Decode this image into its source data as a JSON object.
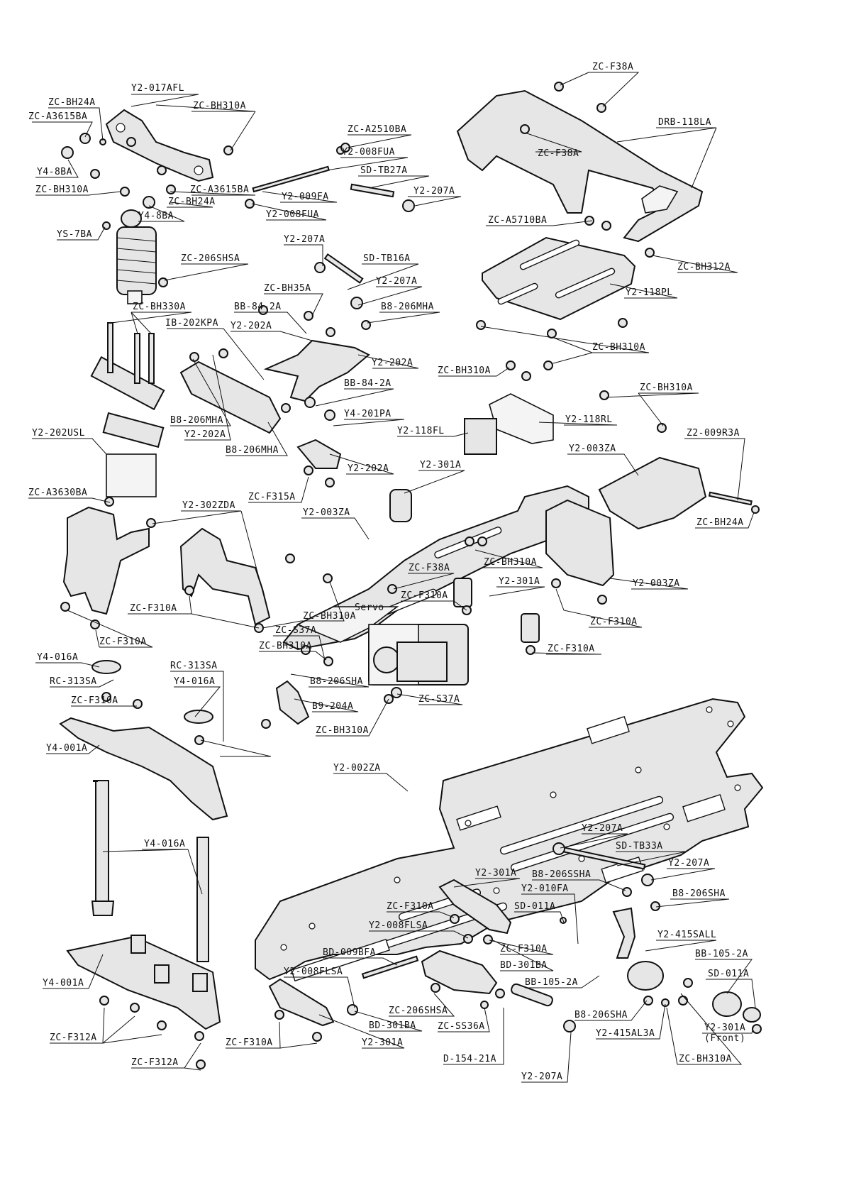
{
  "labels": [
    "ZC-F38A",
    "Y2-017AFL",
    "ZC-BH24A",
    "ZC-BH310A",
    "ZC-A3615BA",
    "DRB-118LA",
    "ZC-A2510BA",
    "Y2-008FUA",
    "ZC-F38A",
    "Y4-8BA",
    "SD-TB27A",
    "ZC-BH310A",
    "ZC-A3615BA",
    "Y2-207A",
    "Y2-009FA",
    "ZC-BH24A",
    "Y4-8BA",
    "Y2-008FUA",
    "ZC-A5710BA",
    "YS-7BA",
    "Y2-207A",
    "ZC-BH312A",
    "SD-TB16A",
    "ZC-206SHSA",
    "Y2-207A",
    "Y2-118PL",
    "ZC-BH35A",
    "ZC-BH330A",
    "BB-84-2A",
    "B8-206MHA",
    "IB-202KPA",
    "Y2-202A",
    "ZC-BH310A",
    "Y2-202A",
    "ZC-BH310A",
    "BB-84-2A",
    "ZC-BH310A",
    "Y4-201PA",
    "Y2-118RL",
    "B8-206MHA",
    "Y2-202A",
    "Y2-118FL",
    "Z2-009R3A",
    "Y2-202USL",
    "B8-206MHA",
    "Y2-003ZA",
    "Y2-202A",
    "Y2-301A",
    "ZC-A3630BA",
    "ZC-F315A",
    "ZC-BH24A",
    "Y2-302ZDA",
    "Y2-003ZA",
    "ZC-BH310A",
    "ZC-F38A",
    "Y2-301A",
    "ZC-F310A",
    "Y2-003ZA",
    "Servo",
    "ZC-F310A",
    "ZC-BH310A",
    "ZC-S37A",
    "ZC-F310A",
    "ZC-BH310A",
    "ZC-F310A",
    "Y4-016A",
    "RC-313SA",
    "B8-206SHA",
    "RC-313SA",
    "Y4-016A",
    "ZC-S37A",
    "B9-204A",
    "ZC-F310A",
    "ZC-BH310A",
    "ZC-F310A",
    "Y4-001A",
    "Y2-002ZA",
    "Y2-207A",
    "Y4-016A",
    "SD-TB33A",
    "Y2-207A",
    "Y2-301A",
    "B8-206SSHA",
    "Y2-010FA",
    "B8-206SHA",
    "ZC-F310A",
    "SD-011A",
    "Y2-008FLSA",
    "Y2-415SALL",
    "BD-009BFA",
    "ZC-F310A",
    "BD-301BA",
    "BB-105-2A",
    "BB-105-2A",
    "SD-011A",
    "Y4-001A",
    "Y2-008FLSA",
    "ZC-206SHSA",
    "ZC-SS36A",
    "B8-206SHA",
    "ZC-F312A",
    "BD-301BA",
    "Y2-415AL3A",
    "Y2-301A",
    "(Front)",
    "ZC-F310A",
    "Y2-301A",
    "D-154-21A",
    "ZC-BH310A",
    "ZC-F312A",
    "Y2-207A"
  ],
  "part_icons": [
    "screw",
    "ball-stud",
    "shock-absorber",
    "servo",
    "chassis-plate",
    "bulkhead",
    "suspension-arm",
    "steering-crank",
    "stand-post",
    "turnbuckle"
  ]
}
